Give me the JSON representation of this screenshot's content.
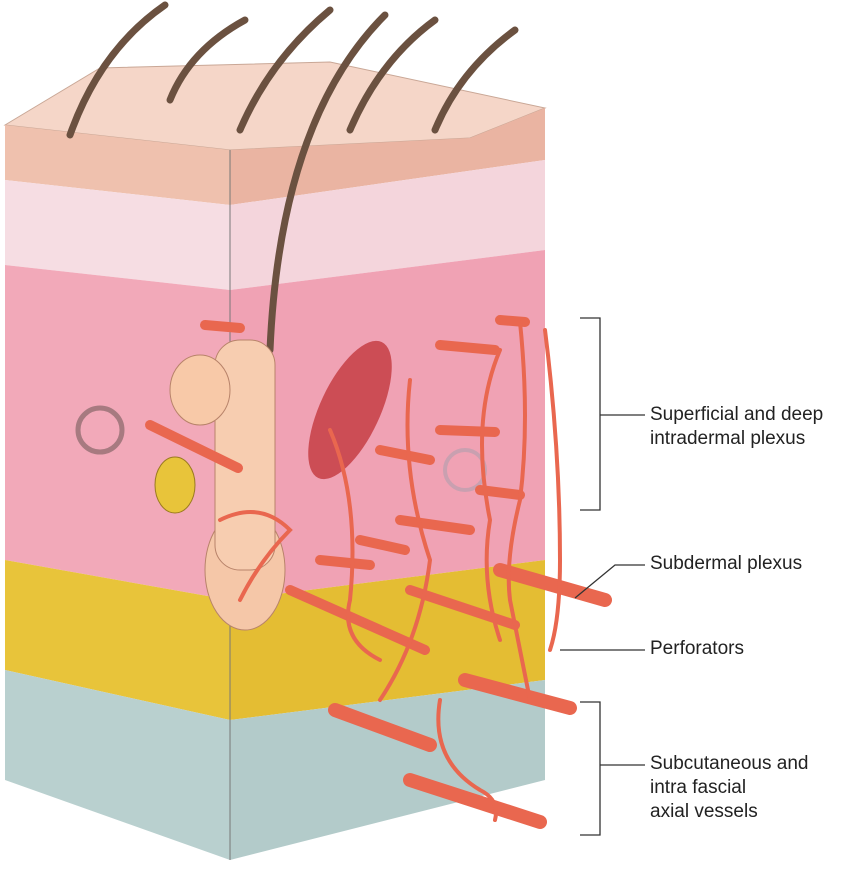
{
  "labels": {
    "superficial": [
      "Superficial and deep",
      "intradermal plexus"
    ],
    "subdermal": "Subdermal plexus",
    "perforators": "Perforators",
    "subcutaneous": [
      "Subcutaneous and",
      "intra fascial",
      "axial vessels"
    ]
  },
  "colors": {
    "epidermis": "#f3cdb8",
    "dermis": "#f2a9b9",
    "papillary": "#f6dde3",
    "fat": "#e8c43a",
    "fascia": "#b9d0cf",
    "vessel": "#e9674f",
    "hair": "#6b5140"
  }
}
